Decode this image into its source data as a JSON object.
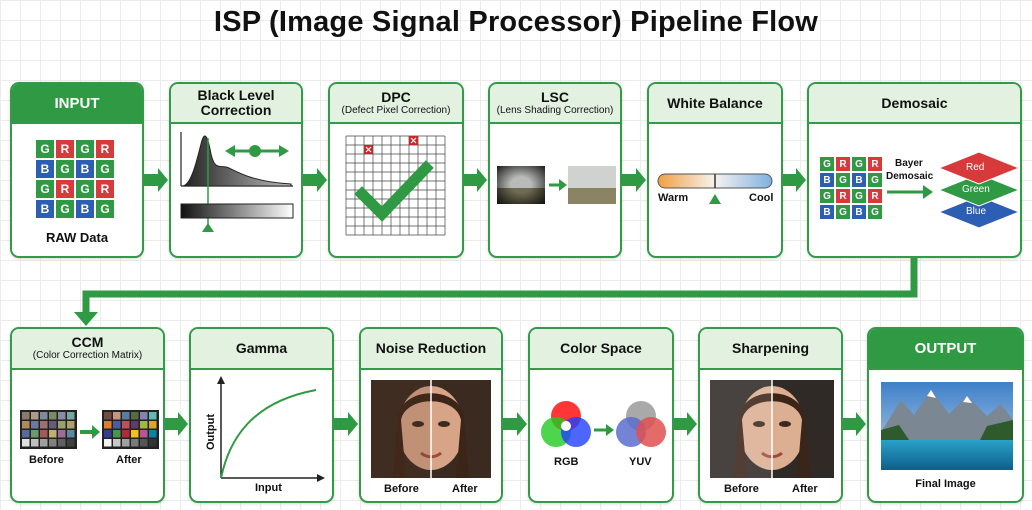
{
  "title": "ISP (Image Signal Processor) Pipeline Flow",
  "colors": {
    "accent": "#35994a",
    "header_fill": "#e3f1e1",
    "io_header_fill": "#2f9a43"
  },
  "row1": {
    "input": {
      "title": "INPUT",
      "caption": "RAW Data"
    },
    "blc": {
      "title": "Black Level Correction"
    },
    "dpc": {
      "title": "DPC",
      "subtitle": "(Defect Pixel Correction)"
    },
    "lsc": {
      "title": "LSC",
      "subtitle": "(Lens Shading Correction)"
    },
    "wb": {
      "title": "White Balance",
      "warm": "Warm",
      "cool": "Cool"
    },
    "demosaic": {
      "title": "Demosaic",
      "arrow_label_1": "Bayer",
      "arrow_label_2": "Demosaic",
      "layers": [
        "Red",
        "Green",
        "Blue"
      ]
    }
  },
  "row2": {
    "ccm": {
      "title": "CCM",
      "subtitle": "(Color Correction Matrix)",
      "before": "Before",
      "after": "After"
    },
    "gamma": {
      "title": "Gamma",
      "xlabel": "Input",
      "ylabel": "Output"
    },
    "nr": {
      "title": "Noise Reduction",
      "before": "Before",
      "after": "After"
    },
    "cs": {
      "title": "Color Space",
      "left": "RGB",
      "right": "YUV"
    },
    "sharp": {
      "title": "Sharpening",
      "before": "Before",
      "after": "After"
    },
    "output": {
      "title": "OUTPUT",
      "caption": "Final Image"
    }
  },
  "bayer": [
    [
      "G",
      "R",
      "G",
      "R"
    ],
    [
      "B",
      "G",
      "B",
      "G"
    ],
    [
      "G",
      "R",
      "G",
      "R"
    ],
    [
      "B",
      "G",
      "B",
      "G"
    ]
  ]
}
